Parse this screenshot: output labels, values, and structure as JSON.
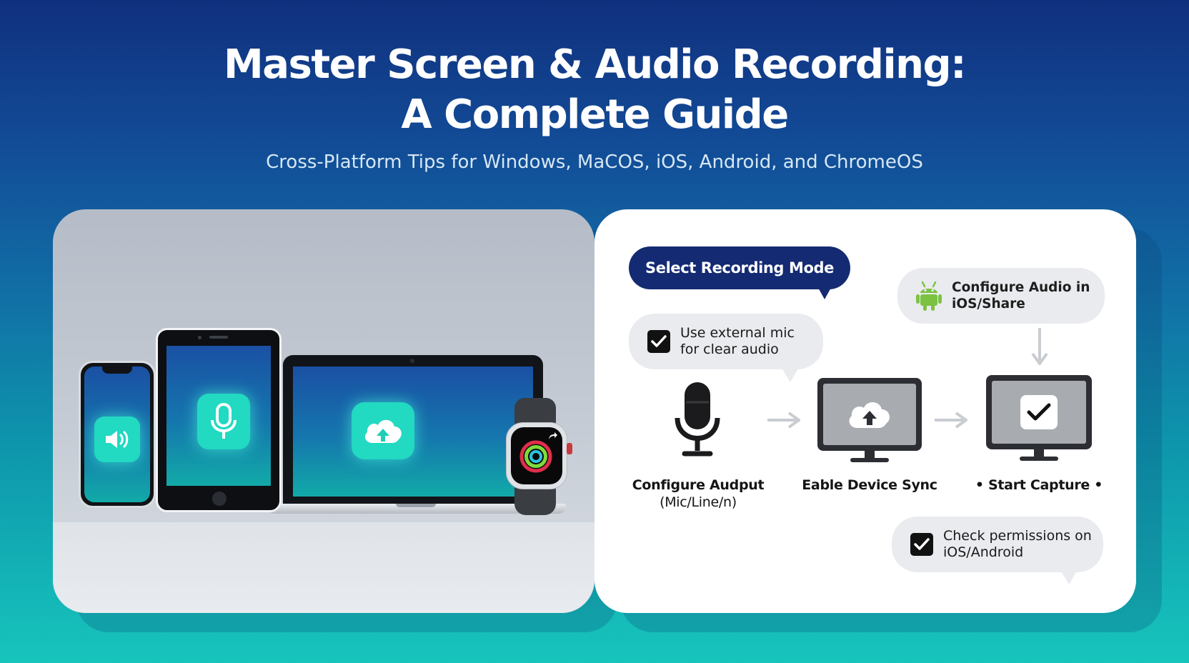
{
  "header": {
    "title_line1": "Master Screen & Audio Recording:",
    "title_line2": "A Complete Guide",
    "subtitle": "Cross-Platform Tips for Windows, MaCOS, iOS, Android, and ChromeOS"
  },
  "devices": {
    "phone_app_icon": "speaker-icon",
    "tablet_app_icon": "microphone-icon",
    "laptop_app_icon": "cloud-upload-icon",
    "watch_face_icon": "activity-rings-icon"
  },
  "flow": {
    "mode_button_label": "Select Recording Mode",
    "tip_external_mic": {
      "line1": "Use external mic",
      "line2": "for clear audio"
    },
    "tip_configure_audio": {
      "line1": "Configure Audio in",
      "line2": "iOS/Share"
    },
    "tip_permissions": {
      "line1": "Check permissions on",
      "line2": "iOS/Android"
    },
    "steps": [
      {
        "icon": "microphone-icon",
        "line1": "Configure Audput",
        "line2": "(Mic/Line/n)"
      },
      {
        "icon": "cloud-upload-monitor-icon",
        "line1": "Eable Device Sync",
        "line2": ""
      },
      {
        "icon": "checkmark-monitor-icon",
        "line1": "• Start Capture •",
        "line2": ""
      }
    ]
  },
  "colors": {
    "navy": "#142a72",
    "teal_accent": "#22d9c2",
    "android_green": "#7cc242",
    "bubble_gray": "#e9ebee"
  }
}
